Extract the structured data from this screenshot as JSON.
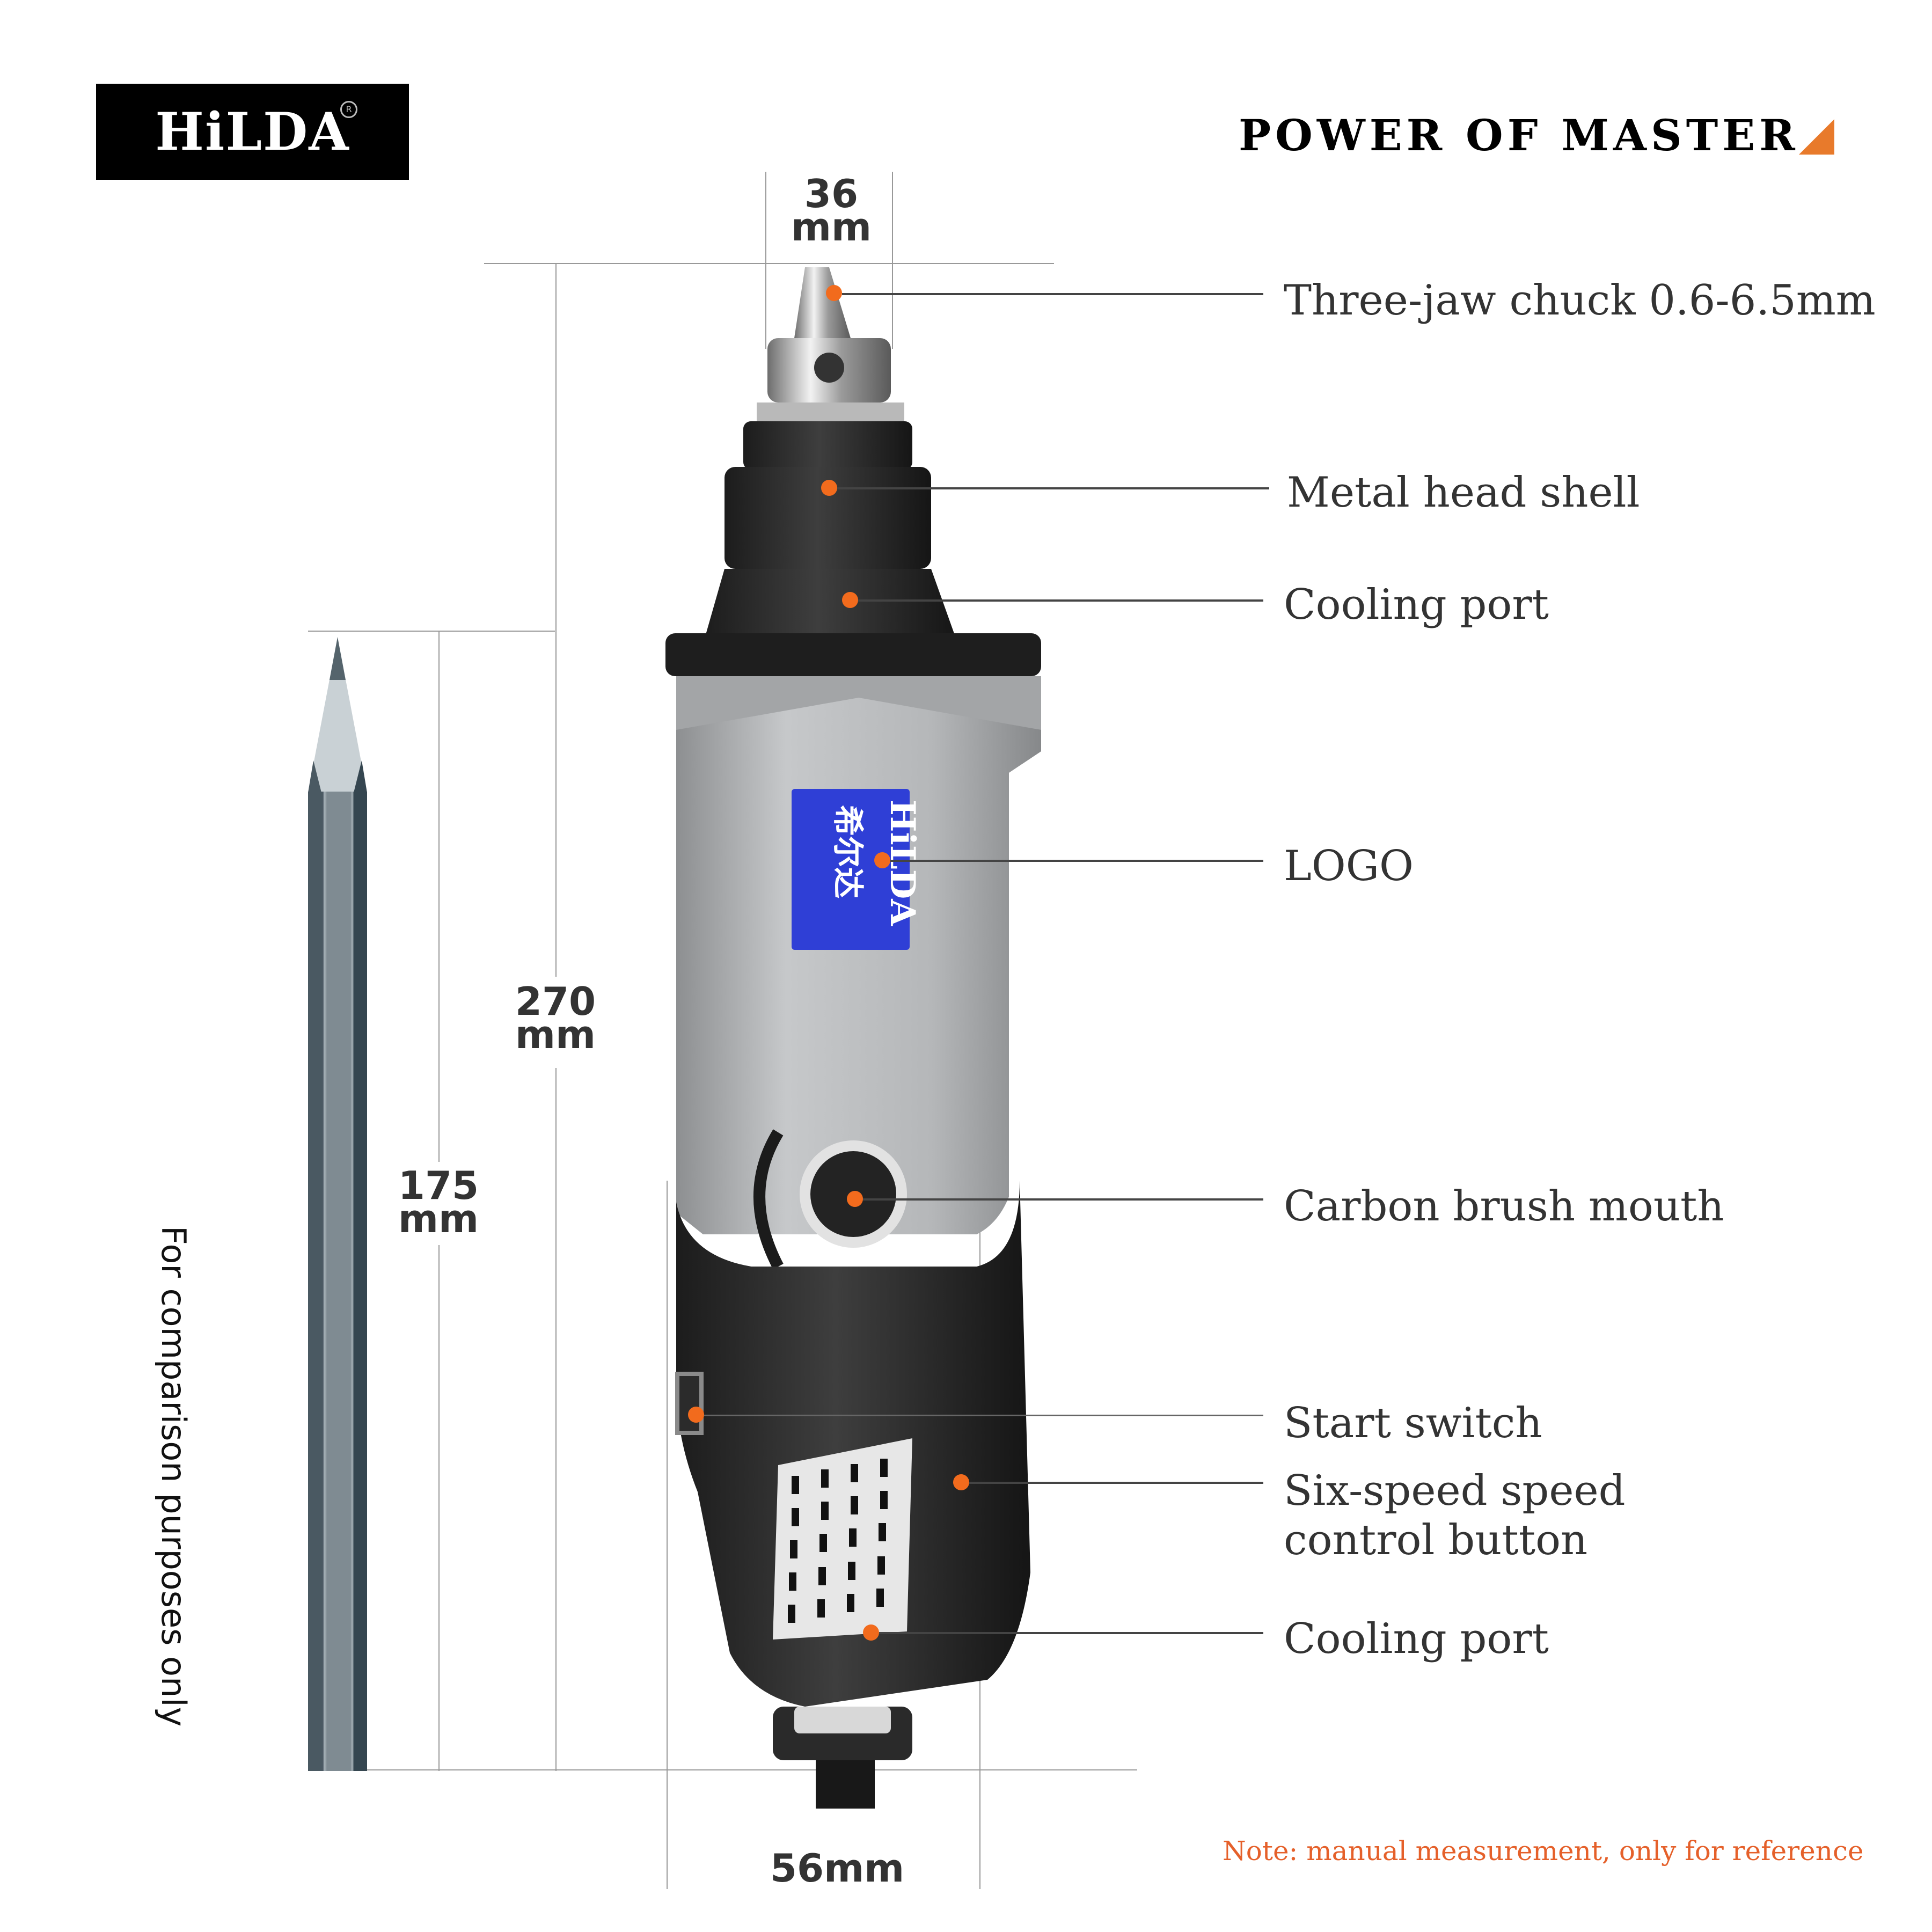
{
  "brand": {
    "logo_text": "HiLDA",
    "registered_mark": "R"
  },
  "header": {
    "slogan": "POWER OF MASTER"
  },
  "colors": {
    "accent_orange": "#f26b1d",
    "note_orange": "#e5602a",
    "logo_badge_blue": "#2f3fd6",
    "tool_gray": "#a9abad",
    "tool_black": "#2a2a2a"
  },
  "dimensions": {
    "chuck_width": {
      "value": "36",
      "unit": "mm"
    },
    "total_length": {
      "value": "270",
      "unit": "mm"
    },
    "pencil_length": {
      "value": "175",
      "unit": "mm"
    },
    "body_width": "56mm"
  },
  "callouts": [
    {
      "id": "chuck",
      "label": "Three-jaw chuck 0.6-6.5mm"
    },
    {
      "id": "head_shell",
      "label": "Metal head shell"
    },
    {
      "id": "cooling_port_top",
      "label": "Cooling port"
    },
    {
      "id": "logo",
      "label": "LOGO"
    },
    {
      "id": "carbon_brush",
      "label": "Carbon brush mouth"
    },
    {
      "id": "start_switch",
      "label": "Start switch"
    },
    {
      "id": "speed_control",
      "label_line1": "Six-speed speed",
      "label_line2": "control button"
    },
    {
      "id": "cooling_port_bottom",
      "label": "Cooling port"
    }
  ],
  "tool_badge": {
    "brand": "HiLDA",
    "chinese": "希尔达"
  },
  "notes": {
    "comparison": "For comparison purposes only",
    "measurement": "Note: manual measurement, only for reference"
  }
}
